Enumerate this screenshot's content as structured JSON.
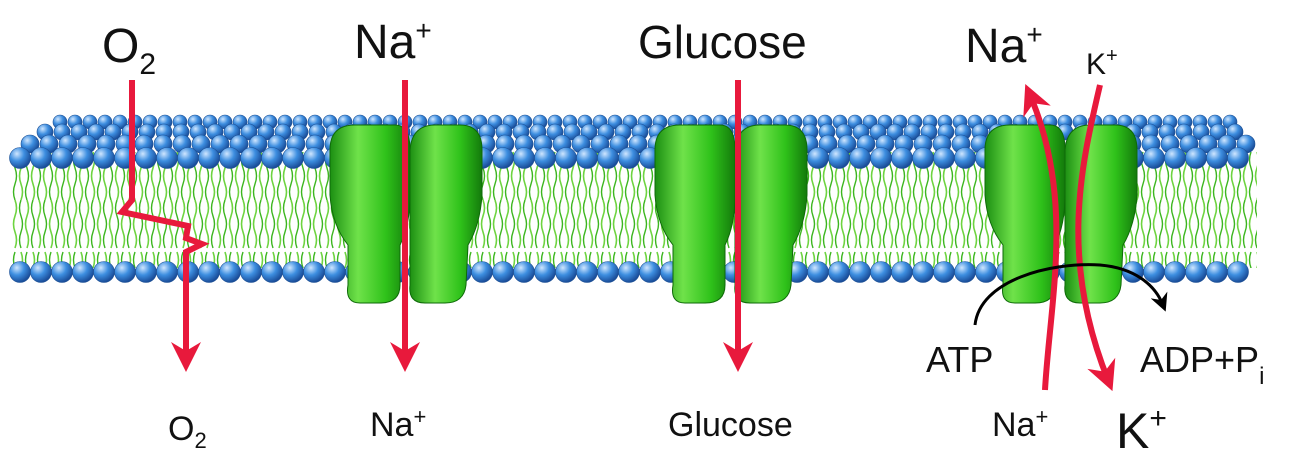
{
  "diagram": {
    "top_labels": {
      "o2": {
        "base": "O",
        "sub": "2"
      },
      "na": {
        "base": "Na",
        "sup": "+"
      },
      "glucose": {
        "text": "Glucose"
      },
      "pump_na": {
        "base": "Na",
        "sup": "+"
      },
      "pump_k": {
        "base": "K",
        "sup": "+"
      }
    },
    "bottom_labels": {
      "o2": {
        "base": "O",
        "sub": "2"
      },
      "na": {
        "base": "Na",
        "sup": "+"
      },
      "glucose": {
        "text": "Glucose"
      },
      "pump_na": {
        "base": "Na",
        "sup": "+"
      },
      "pump_k": {
        "base": "K",
        "sup": "+"
      }
    },
    "pump": {
      "atp": "ATP",
      "adp": {
        "base": "ADP+P",
        "sub": "i"
      }
    },
    "colors": {
      "arrow": "#e8193c",
      "protein": "#2fc21a",
      "lipid_head": "#2f7fd6",
      "lipid_tail": "#5fd23a"
    }
  }
}
